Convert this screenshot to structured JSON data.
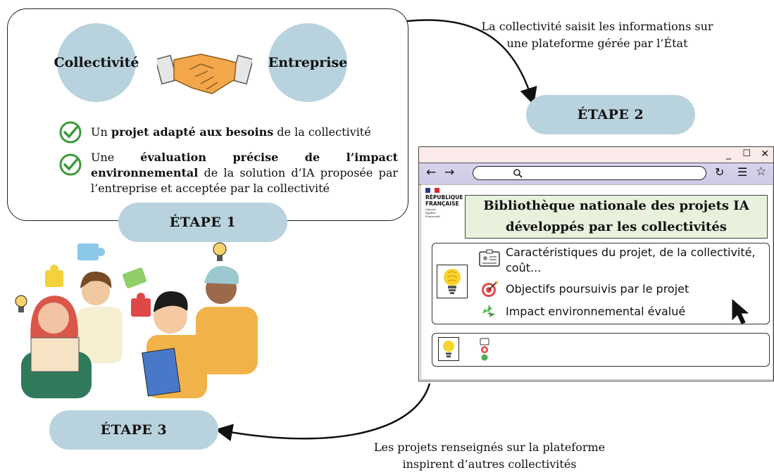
{
  "step1": {
    "party_left": "Collectivité",
    "party_right": "Entreprise",
    "benefit1": {
      "prefix": "Un ",
      "bold": "projet adapté aux besoins",
      "suffix": " de la collectivité"
    },
    "benefit2": {
      "prefix": "Une ",
      "bold": "évaluation précise de l’impact environnemental",
      "suffix": " de la solution d’IA proposée par l’entreprise et acceptée par la collectivité"
    },
    "label": "ÉTAPE 1"
  },
  "step2": {
    "caption_line1": "La collectivité saisit les informations sur",
    "caption_line2": "une plateforme gérée par l’État",
    "label": "ÉTAPE 2"
  },
  "step3": {
    "caption_line1": "Les projets renseignés sur la plateforme",
    "caption_line2": "inspirent d’autres collectivités",
    "label": "ÉTAPE 3"
  },
  "browser": {
    "logo_line1": "RÉPUBLIQUE",
    "logo_line2": "FRANÇAISE",
    "motto": "Liberté Égalité Fraternité",
    "library_title_line1": "Bibliothèque nationale des projets IA",
    "library_title_line2": "développés par les collectivités",
    "project_items": [
      {
        "icon": "id-card-icon",
        "text": "Caractéristiques du projet, de la collectivité, coût..."
      },
      {
        "icon": "target-icon",
        "text": "Objectifs poursuivis par le projet"
      },
      {
        "icon": "recycle-icon",
        "text": "Impact environnemental évalué"
      }
    ],
    "window_controls": [
      "_",
      "☐",
      "✕"
    ]
  },
  "colors": {
    "pill": "#b9d3de",
    "check": "#3c9a3c",
    "title_bg": "#e7f1dc",
    "toolbar": "#d4cee9",
    "titlebar": "#fbeaea"
  }
}
